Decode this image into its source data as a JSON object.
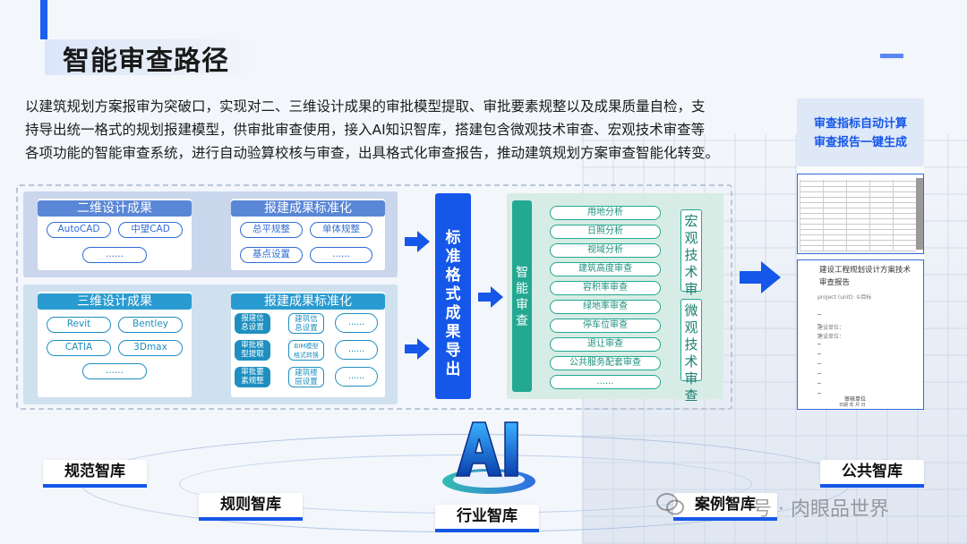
{
  "title": "智能审查路径",
  "intro_lines": [
    "以建筑规划方案报审为突破口，实现对二、三维设计成果的审批模型提取、审批要素规整以及成果质量自检，支",
    "持导出统一格式的规划报建模型，供审批审查使用，接入AI知识智库，搭建包含微观技术审查、宏观技术审查等",
    "各项功能的智能审查系统，进行自动验算校核与审查，出具格式化审查报告，推动建筑规划方案审查智能化转变。"
  ],
  "two_d": {
    "title": "二维设计成果",
    "items": [
      "AutoCAD",
      "中望CAD",
      "......"
    ],
    "std_title": "报建成果标准化",
    "std_items": [
      "总平规整",
      "单体规整",
      "基点设置",
      "......"
    ]
  },
  "three_d": {
    "title": "三维设计成果",
    "items": [
      "Revit",
      "Bentley",
      "CATIA",
      "3Dmax",
      "......"
    ],
    "std_title": "报建成果标准化",
    "std_cells": [
      [
        "报建信",
        "息设置"
      ],
      [
        "建筑信",
        "息设置"
      ],
      [
        "......"
      ],
      [
        "审批模",
        "型提取"
      ],
      [
        "BIM模型",
        "格式转换"
      ],
      [
        "......"
      ],
      [
        "审批要",
        "素规整"
      ],
      [
        "建筑楼",
        "层设置"
      ],
      [
        "......"
      ]
    ]
  },
  "export_label": "标准格式成果导出",
  "smart_label": "智能审查",
  "checks": [
    "用地分析",
    "日照分析",
    "视域分析",
    "建筑高度审查",
    "容积率审查",
    "绿地率审查",
    "停车位审查",
    "退让审查",
    "公共服务配套审查",
    "......"
  ],
  "macro_label": "宏观技术审查",
  "micro_label": "微观技术审查",
  "right": {
    "line1": "审查指标自动计算",
    "line2": "审查报告一键生成",
    "report_title1": "建设工程规划设计方案技术",
    "report_title2": "审查报告",
    "report_meta": "project  (unit): ①目标",
    "report_row1": "建设单位：",
    "report_row2": "建设单位：",
    "report_footer1": "审核单位",
    "report_footer2": "日期  年  月  日"
  },
  "libs": [
    "规范智库",
    "规则智库",
    "行业智库",
    "案例智库",
    "公共智库"
  ],
  "watermark": "号 · 肉眼品世界",
  "colors": {
    "primary": "#1557e8",
    "teal": "#23a892",
    "sky": "#2a9bd0"
  }
}
